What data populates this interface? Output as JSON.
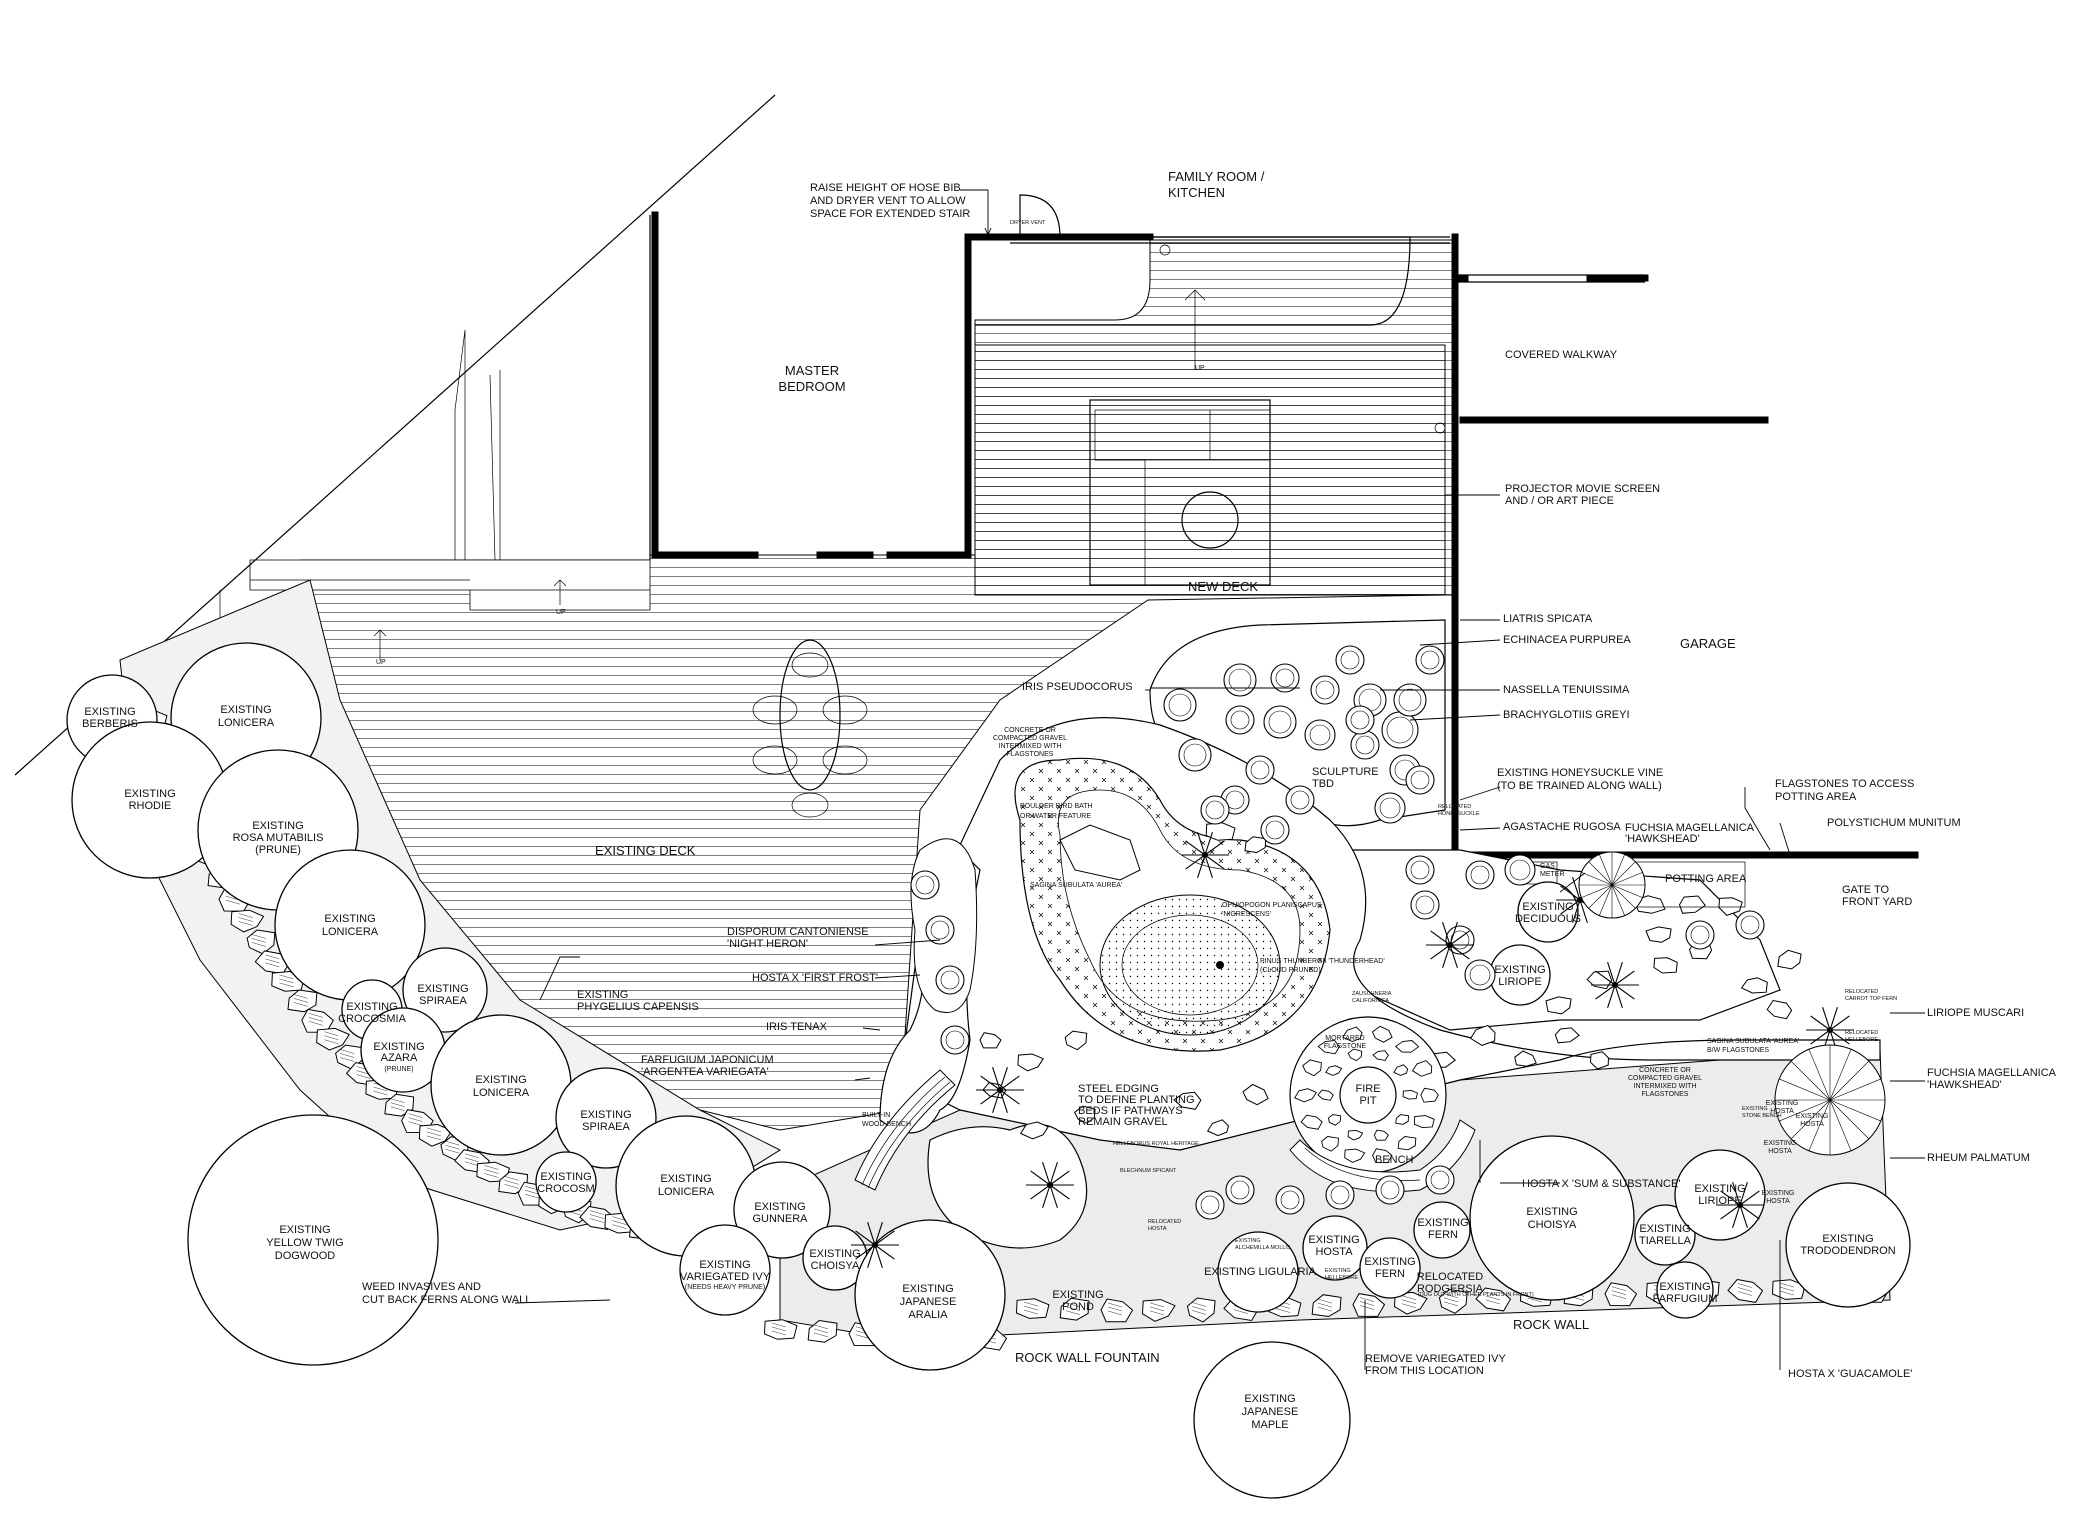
{
  "notes": {
    "hose_bib": [
      "RAISE HEIGHT OF HOSE BIB",
      "AND DRYER VENT TO ALLOW",
      "SPACE FOR EXTENDED STAIR"
    ],
    "dryer_vent": "DRYER VENT",
    "projector": [
      "PROJECTOR MOVIE SCREEN",
      "AND / OR ART PIECE"
    ],
    "weed": [
      "WEED INVASIVES AND",
      "CUT BACK FERNS ALONG WALL"
    ],
    "remove_ivy": [
      "REMOVE VARIEGATED IVY",
      "FROM THIS LOCATION"
    ],
    "gravel_top": [
      "CONCRETE OR",
      "COMPACTED GRAVEL",
      "INTERMIXED WITH",
      "FLAGSTONES"
    ],
    "gravel_right": [
      "CONCRETE OR",
      "COMPACTED GRAVEL",
      "INTERMIXED WITH",
      "FLAGSTONES"
    ],
    "steel_edging": [
      "STEEL EDGING",
      "TO DEFINE PLANTING",
      "BEDS IF PATHWAYS",
      "REMAIN GRAVEL"
    ],
    "boulder": [
      "BOULDER BIRD BATH",
      "OR WATER FEATURE"
    ],
    "flagstones_access": [
      "FLAGSTONES TO ACCESS",
      "POTTING AREA"
    ],
    "honeysuckle_vine": [
      "EXISTING HONEYSUCKLE VINE",
      "(TO BE TRAINED ALONG WALL)"
    ]
  },
  "rooms": {
    "family_room": [
      "FAMILY ROOM /",
      "KITCHEN"
    ],
    "master": [
      "MASTER",
      "BEDROOM"
    ],
    "covered_walkway": "COVERED WALKWAY",
    "garage": "GARAGE",
    "new_deck": "NEW DECK",
    "existing_deck": "EXISTING DECK",
    "potting_area": "POTTING AREA",
    "gate": [
      "GATE TO",
      "FRONT YARD"
    ],
    "fire_pit": [
      "FIRE",
      "PIT"
    ],
    "mortared_flagstone": [
      "MORTARED",
      "FLAGSTONE"
    ],
    "bench": "BENCH",
    "built_in_bench": [
      "BUILT-IN",
      "WOOD BENCH"
    ],
    "sculpture": [
      "SCULPTURE",
      "TBD"
    ],
    "gas_meter": [
      "GAS",
      "METER"
    ],
    "rock_wall": "ROCK WALL",
    "rock_wall_fountain": "ROCK WALL FOUNTAIN",
    "existing_pond": [
      "EXISTING",
      "POND"
    ],
    "up": "UP"
  },
  "plants_callouts": {
    "liatris": "LIATRIS SPICATA",
    "echinacea": "ECHINACEA PURPUREA",
    "nassella": "NASSELLA TENUISSIMA",
    "brachyglottis": "BRACHYGLOTIIS GREYI",
    "iris_pseudo": "IRIS PSEUDOCORUS",
    "agastache": "AGASTACHE RUGOSA",
    "fuchsia_top": [
      "FUCHSIA MAGELLANICA",
      "'HAWKSHEAD'"
    ],
    "polystichum": "POLYSTICHUM MUNITUM",
    "liriope_muscari": "LIRIOPE MUSCARI",
    "fuchsia_right": [
      "FUCHSIA MAGELLANICA",
      "'HAWKSHEAD'"
    ],
    "rheum": "RHEUM PALMATUM",
    "hosta_guac": "HOSTA X 'GUACAMOLE'",
    "hosta_sum": "HOSTA X 'SUM & SUBSTANCE'",
    "disporum": [
      "DISPORUM CANTONIENSE",
      "'NIGHT HERON'"
    ],
    "hosta_frost": "HOSTA X 'FIRST FROST'",
    "iris_tenax": "IRIS TENAX",
    "farfugium": [
      "FARFUGIUM JAPONICUM",
      "'ARGENTEA VARIEGATA'"
    ],
    "phygelius": [
      "EXISTING",
      "PHYGELIUS CAPENSIS"
    ],
    "ophiopogon": [
      "OPHIOPOGON PLANISCAPUS",
      "'NIGRESCENS'"
    ],
    "pinus": [
      "PINUS THUNBERGII 'THUNDERHEAD'",
      "(CLOUD PRUNED)"
    ],
    "sagina": "SAGINA SUBULATA 'AUREA'",
    "sagina_bw": [
      "SAGINA SUBULATA 'AUREA'",
      "B/W FLAGSTONES"
    ],
    "zauschneria": [
      "ZAUSCHNERIA",
      "CALIFORNICA"
    ],
    "helleborus": "HELLEBORUS ROYAL HERITAGE",
    "blechnum": "BLECHNUM SPICANT",
    "relocated_honeysuckle": [
      "RELOCATED",
      "HONEYSUCKLE"
    ],
    "relocated_carrot": [
      "RELOCATED",
      "CARROT TOP FERN"
    ],
    "relocated_hellebore": [
      "RELOCATED",
      "HELLEBORE"
    ],
    "existing_stone_bench": [
      "EXISTING",
      "STONE BENCH"
    ],
    "relocated_hosta": [
      "RELOCATED",
      "HOSTA"
    ],
    "existing_alchemilla": [
      "EXISTING",
      "ALCHEMILLA MOLLIS"
    ],
    "existing_hellebore": [
      "EXISTING",
      "HELLEBORE"
    ],
    "relocated_rodgersia_note": "(DUG OUT WITH OTHER PLANTS IN FRONT)"
  },
  "existing_plants": {
    "berberis": [
      "EXISTING",
      "BERBERIS"
    ],
    "lonicera1": [
      "EXISTING",
      "LONICERA"
    ],
    "rhodie": [
      "EXISTING",
      "RHODIE"
    ],
    "rosa": [
      "EXISTING",
      "ROSA MUTABILIS",
      "(PRUNE)"
    ],
    "lonicera2": [
      "EXISTING",
      "LONICERA"
    ],
    "spiraea1": [
      "EXISTING",
      "SPIRAEA"
    ],
    "crocosmia1": [
      "EXISTING",
      "CROCOSMIA"
    ],
    "azara": [
      "EXISTING",
      "AZARA",
      "(PRUNE)"
    ],
    "lonicera3": [
      "EXISTING",
      "LONICERA"
    ],
    "spiraea2": [
      "EXISTING",
      "SPIRAEA"
    ],
    "crocosm2": [
      "EXISTING",
      "CROCOSM"
    ],
    "lonicera4": [
      "EXISTING",
      "LONICERA"
    ],
    "dogwood": [
      "EXISTING",
      "YELLOW TWIG",
      "DOGWOOD"
    ],
    "gunnera": [
      "EXISTING",
      "GUNNERA"
    ],
    "ivy": [
      "EXISTING",
      "VARIEGATED IVY",
      "(NEEDS HEAVY PRUNE)"
    ],
    "choisya1": [
      "EXISTING",
      "CHOISYA"
    ],
    "aralia": [
      "EXISTING",
      "JAPANESE",
      "ARALIA"
    ],
    "maple": [
      "EXISTING",
      "JAPANESE",
      "MAPLE"
    ],
    "ligularia": "EXISTING LIGULARIA",
    "hosta1": [
      "EXISTING",
      "HOSTA"
    ],
    "fern1": [
      "EXISTING",
      "FERN"
    ],
    "fern2": [
      "EXISTING",
      "FERN"
    ],
    "rodgersia": [
      "RELOCATED",
      "RODGERSIA"
    ],
    "choisya2": [
      "EXISTING",
      "CHOISYA"
    ],
    "tiarella": [
      "EXISTING",
      "TIARELLA"
    ],
    "farfugium": [
      "EXISTING",
      "FARFUGIUM"
    ],
    "liriope1": [
      "EXISTING",
      "LIRIOPE"
    ],
    "liriope2": [
      "EXISTING",
      "LIRIOPE"
    ],
    "deciduous": [
      "EXISTING",
      "DECIDUOUS"
    ],
    "trododendron": [
      "EXISTING",
      "TRODODENDRON"
    ],
    "hosta2": [
      "EXISTING",
      "HOSTA"
    ],
    "hosta3": [
      "EXISTING",
      "HOSTA"
    ],
    "hosta4": [
      "EXISTING",
      "HOSTA"
    ],
    "hosta5": [
      "EXISTING",
      "HOSTA"
    ]
  }
}
